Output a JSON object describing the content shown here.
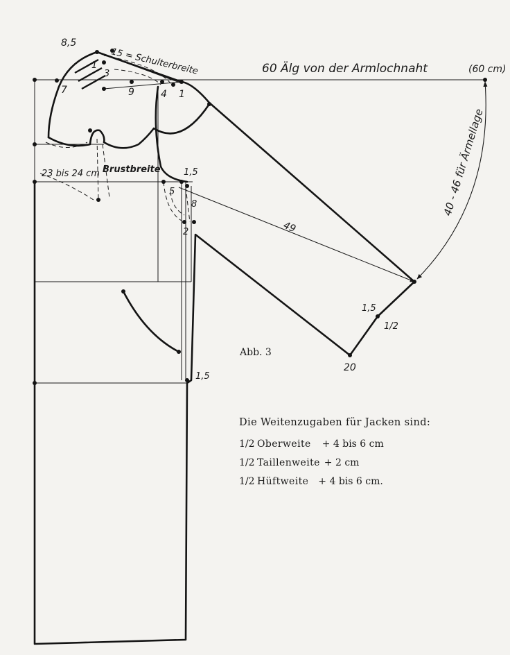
{
  "figure": {
    "caption": "Abb. 3",
    "labels": {
      "length_from_armhole": "60 Älg von der Armlochnaht",
      "length_cm": "(60 cm)",
      "shoulder_width": "15 = Schulterbreite",
      "sleeve_position": "40 - 46 für Ärmellage",
      "chest_width_measure": "23 bis 24 cm",
      "chest_width": "Brustbreite",
      "m_8_5": "8,5",
      "m_1_top": "1",
      "m_3": "3",
      "m_7_left": "7",
      "m_9": "9",
      "m_4": "4",
      "m_1_right": "1",
      "m_1_5_armhole": "1,5",
      "m_5": "5",
      "m_8": "8",
      "m_2": "2",
      "m_49": "49",
      "m_1_5_cuff": "1,5",
      "m_1_2": "1/2",
      "m_20": "20",
      "m_1_5_waist": "1,5"
    }
  },
  "notes": {
    "title": "Die Weitenzugaben für Jacken sind:",
    "items": [
      {
        "fraction": "1/2",
        "name": "Oberweite",
        "value": "+ 4 bis 6 cm"
      },
      {
        "fraction": "1/2",
        "name": "Taillenweite",
        "value": "+ 2 cm"
      },
      {
        "fraction": "1/2",
        "name": "Hüftweite",
        "value": "+ 4 bis 6 cm."
      }
    ]
  }
}
